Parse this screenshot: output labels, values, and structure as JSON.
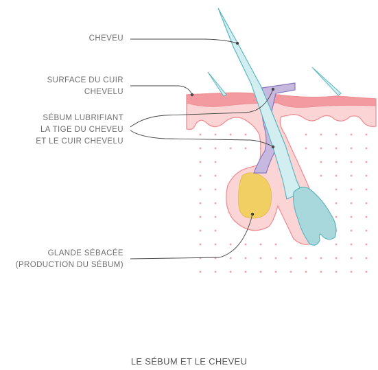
{
  "labels": {
    "hair": "CHEVEU",
    "scalp_surface": [
      "SURFACE DU CUIR",
      "CHEVELU"
    ],
    "sebum": [
      "SÉBUM LUBRIFIANT",
      "LA TIGE DU CHEVEU",
      "ET LE CUIR CHEVELU"
    ],
    "gland": [
      "GLANDE SÉBACÉE",
      "(PRODUCTION DU SÉBUM)"
    ]
  },
  "caption": "LE SÉBUM ET LE CHEVEU",
  "colors": {
    "skin_top": "#f29aa0",
    "skin_pink": "#fbd5d5",
    "skin_line": "#ef8f95",
    "dots": "#f4a0a4",
    "hair_fill": "#d2eef0",
    "hair_stroke": "#5cb7c0",
    "bulb_fill": "#a9d8dc",
    "sebum_fill": "#c7b8e0",
    "sebum_stroke": "#8a78c0",
    "gland_fill": "#f1cf63",
    "leader": "#444444",
    "text": "#6d6d6d"
  }
}
